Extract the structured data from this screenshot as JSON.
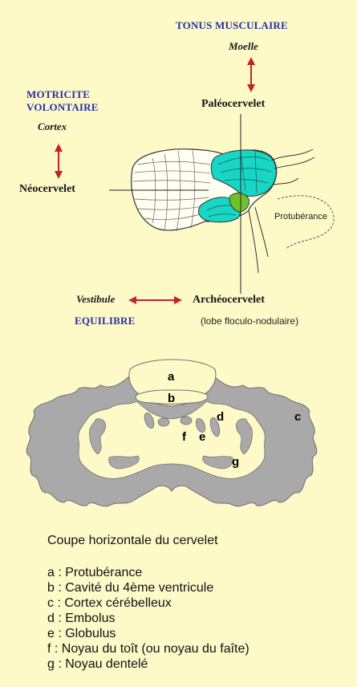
{
  "top_diagram": {
    "tonus": "TONUS MUSCULAIRE",
    "moelle": "Moelle",
    "paleo": "Paléocervelet",
    "motricite_line1": "MOTRICITE",
    "motricite_line2": "VOLONTAIRE",
    "cortex": "Cortex",
    "neo": "Néocervelet",
    "protuberance": "Protubérance",
    "vestibule": "Vestibule",
    "archeo": "Archéocervelet",
    "equilibre": "EQUILIBRE",
    "lobe": "(lobe floculo-nodulaire)"
  },
  "section_labels": {
    "a": "a",
    "b": "b",
    "c": "c",
    "d": "d",
    "e": "e",
    "f": "f",
    "g": "g"
  },
  "caption": "Coupe horizontale du cervelet",
  "legend": [
    "a : Protubérance",
    "b : Cavité du 4ème ventricule",
    "c : Cortex cérébelleux",
    "d : Embolus",
    "e : Globulus",
    "f : Noyau du toît (ou noyau du faîte)",
    "g : Noyau dentelé"
  ],
  "colors": {
    "background": "#fdfac8",
    "blue_text": "#2431a8",
    "arrow_red": "#c8202a",
    "cyan": "#18d6c4",
    "green": "#6fc12a",
    "section_gray": "#a9a9a9"
  }
}
